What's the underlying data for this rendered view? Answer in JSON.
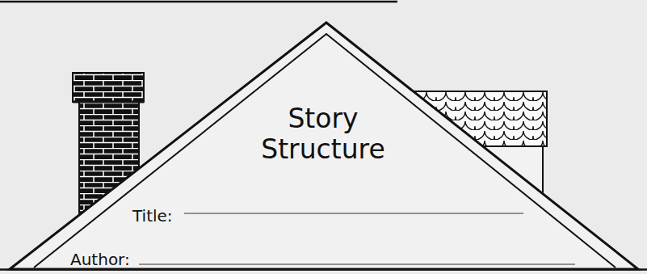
{
  "diagram": {
    "nodes": [
      {
        "text": [
          "Story Structure",
          "Title:",
          "Author:"
        ]
      }
    ]
  }
}
